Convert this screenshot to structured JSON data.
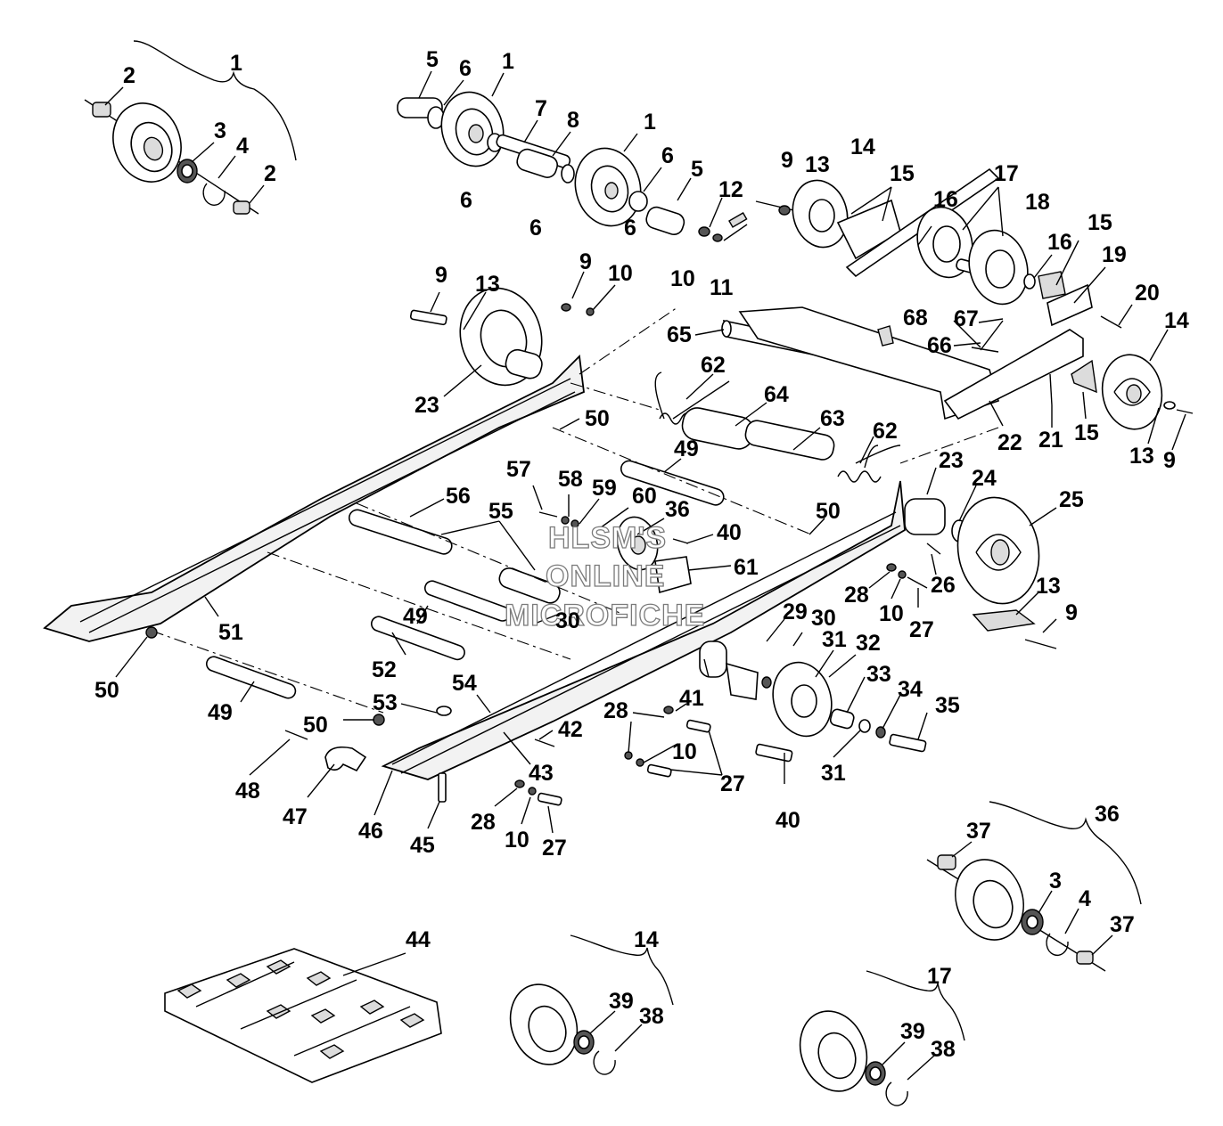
{
  "diagram": {
    "callouts": [
      {
        "id": "c1a",
        "label": "1"
      },
      {
        "id": "c2a",
        "label": "2"
      },
      {
        "id": "c3a",
        "label": "3"
      },
      {
        "id": "c4a",
        "label": "4"
      },
      {
        "id": "c2b",
        "label": "2"
      },
      {
        "id": "c5a",
        "label": "5"
      },
      {
        "id": "c6a",
        "label": "6"
      },
      {
        "id": "c1b",
        "label": "1"
      },
      {
        "id": "c7",
        "label": "7"
      },
      {
        "id": "c8",
        "label": "8"
      },
      {
        "id": "c6b",
        "label": "6"
      },
      {
        "id": "c1c",
        "label": "1"
      },
      {
        "id": "c6c",
        "label": "6"
      },
      {
        "id": "c6d",
        "label": "6"
      },
      {
        "id": "c5b",
        "label": "5"
      },
      {
        "id": "c6e",
        "label": "6"
      },
      {
        "id": "c12",
        "label": "12"
      },
      {
        "id": "c10a",
        "label": "10"
      },
      {
        "id": "c11",
        "label": "11"
      },
      {
        "id": "c9a",
        "label": "9"
      },
      {
        "id": "c13a",
        "label": "13"
      },
      {
        "id": "c14a",
        "label": "14"
      },
      {
        "id": "c15a",
        "label": "15"
      },
      {
        "id": "c17a",
        "label": "17"
      },
      {
        "id": "c18",
        "label": "18"
      },
      {
        "id": "c16a",
        "label": "16"
      },
      {
        "id": "c16b",
        "label": "16"
      },
      {
        "id": "c15b",
        "label": "15"
      },
      {
        "id": "c19",
        "label": "19"
      },
      {
        "id": "c20",
        "label": "20"
      },
      {
        "id": "c14b",
        "label": "14"
      },
      {
        "id": "c68",
        "label": "68"
      },
      {
        "id": "c67",
        "label": "67"
      },
      {
        "id": "c66",
        "label": "66"
      },
      {
        "id": "c65",
        "label": "65"
      },
      {
        "id": "c9b",
        "label": "9"
      },
      {
        "id": "c13b",
        "label": "13"
      },
      {
        "id": "c9c",
        "label": "9"
      },
      {
        "id": "c10b",
        "label": "10"
      },
      {
        "id": "c23a",
        "label": "23"
      },
      {
        "id": "c62a",
        "label": "62"
      },
      {
        "id": "c64",
        "label": "64"
      },
      {
        "id": "c63",
        "label": "63"
      },
      {
        "id": "c62b",
        "label": "62"
      },
      {
        "id": "c22",
        "label": "22"
      },
      {
        "id": "c21",
        "label": "21"
      },
      {
        "id": "c15c",
        "label": "15"
      },
      {
        "id": "c13c",
        "label": "13"
      },
      {
        "id": "c9d",
        "label": "9"
      },
      {
        "id": "c50a",
        "label": "50"
      },
      {
        "id": "c49a",
        "label": "49"
      },
      {
        "id": "c57",
        "label": "57"
      },
      {
        "id": "c58",
        "label": "58"
      },
      {
        "id": "c59",
        "label": "59"
      },
      {
        "id": "c60",
        "label": "60"
      },
      {
        "id": "c36a",
        "label": "36"
      },
      {
        "id": "c40a",
        "label": "40"
      },
      {
        "id": "c61",
        "label": "61"
      },
      {
        "id": "c56",
        "label": "56"
      },
      {
        "id": "c55",
        "label": "55"
      },
      {
        "id": "c23b",
        "label": "23"
      },
      {
        "id": "c24",
        "label": "24"
      },
      {
        "id": "c25",
        "label": "25"
      },
      {
        "id": "c50b",
        "label": "50"
      },
      {
        "id": "c26",
        "label": "26"
      },
      {
        "id": "c13d",
        "label": "13"
      },
      {
        "id": "c28a",
        "label": "28"
      },
      {
        "id": "c10c",
        "label": "10"
      },
      {
        "id": "c27a",
        "label": "27"
      },
      {
        "id": "c9e",
        "label": "9"
      },
      {
        "id": "c51",
        "label": "51"
      },
      {
        "id": "c50c",
        "label": "50"
      },
      {
        "id": "c49b",
        "label": "49"
      },
      {
        "id": "c52",
        "label": "52"
      },
      {
        "id": "c30a",
        "label": "30"
      },
      {
        "id": "c29",
        "label": "29"
      },
      {
        "id": "c30b",
        "label": "30"
      },
      {
        "id": "c31a",
        "label": "31"
      },
      {
        "id": "c32",
        "label": "32"
      },
      {
        "id": "c33",
        "label": "33"
      },
      {
        "id": "c34",
        "label": "34"
      },
      {
        "id": "c35",
        "label": "35"
      },
      {
        "id": "c31b",
        "label": "31"
      },
      {
        "id": "c40b",
        "label": "40"
      },
      {
        "id": "c41",
        "label": "41"
      },
      {
        "id": "c28b",
        "label": "28"
      },
      {
        "id": "c10d",
        "label": "10"
      },
      {
        "id": "c27b",
        "label": "27"
      },
      {
        "id": "c49c",
        "label": "49"
      },
      {
        "id": "c53",
        "label": "53"
      },
      {
        "id": "c54",
        "label": "54"
      },
      {
        "id": "c50d",
        "label": "50"
      },
      {
        "id": "c42",
        "label": "42"
      },
      {
        "id": "c43",
        "label": "43"
      },
      {
        "id": "c48",
        "label": "48"
      },
      {
        "id": "c47",
        "label": "47"
      },
      {
        "id": "c46",
        "label": "46"
      },
      {
        "id": "c45",
        "label": "45"
      },
      {
        "id": "c28c",
        "label": "28"
      },
      {
        "id": "c10e",
        "label": "10"
      },
      {
        "id": "c27c",
        "label": "27"
      },
      {
        "id": "c44",
        "label": "44"
      },
      {
        "id": "c14c",
        "label": "14"
      },
      {
        "id": "c39a",
        "label": "39"
      },
      {
        "id": "c38a",
        "label": "38"
      },
      {
        "id": "c36b",
        "label": "36"
      },
      {
        "id": "c37a",
        "label": "37"
      },
      {
        "id": "c3b",
        "label": "3"
      },
      {
        "id": "c4b",
        "label": "4"
      },
      {
        "id": "c37b",
        "label": "37"
      },
      {
        "id": "c17b",
        "label": "17"
      },
      {
        "id": "c39b",
        "label": "39"
      },
      {
        "id": "c38b",
        "label": "38"
      }
    ],
    "watermark": [
      "HLSM'S",
      "ONLINE",
      "MICROFICHE"
    ]
  }
}
